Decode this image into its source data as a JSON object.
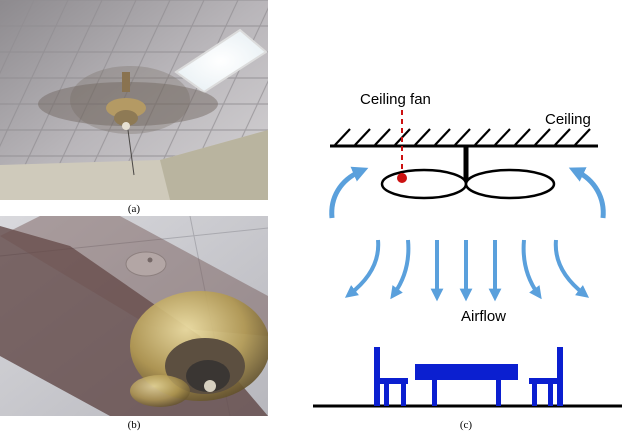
{
  "panels": {
    "a": {
      "caption": "(a)",
      "photo_subject": "ceiling fan on tiled ceiling"
    },
    "b": {
      "caption": "(b)",
      "photo_subject": "close-up of spinning ceiling fan"
    },
    "c": {
      "caption": "(c)",
      "labels": {
        "fan": "Ceiling fan",
        "ceiling": "Ceiling",
        "airflow": "Airflow"
      }
    }
  },
  "colors": {
    "arrow": "#5aa0dc",
    "furniture": "#0b1fd0",
    "marker": "#cc1111",
    "line": "#000000"
  }
}
